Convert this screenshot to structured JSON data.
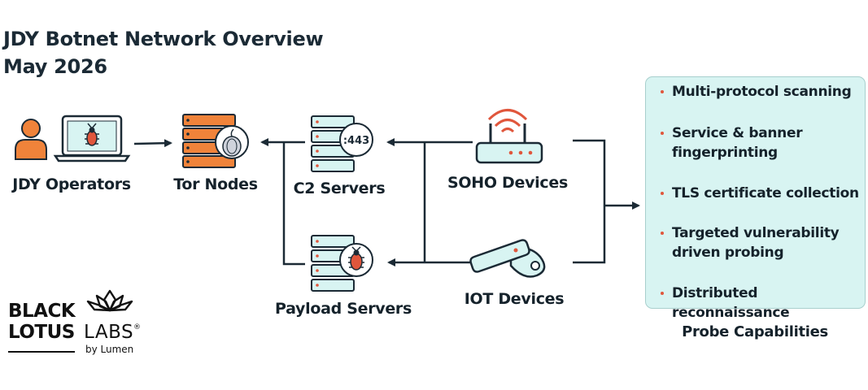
{
  "title": {
    "line1": "JDY Botnet Network Overview",
    "line2": "May 2026"
  },
  "nodes": {
    "operators": "JDY Operators",
    "tor": "Tor Nodes",
    "c2": "C2 Servers",
    "c2_port": ":443",
    "payload": "Payload Servers",
    "soho": "SOHO Devices",
    "iot": "IOT Devices"
  },
  "capabilities": {
    "items": [
      "Multi-protocol scanning",
      "Service & banner fingerprinting",
      "TLS certificate collection",
      "Targeted vulnerability driven probing",
      "Distributed reconnaissance"
    ],
    "caption": "Probe Capabilities"
  },
  "logo": {
    "line1": "BLACK",
    "line2": "LOTUS",
    "line3": "LABS",
    "mark": "®",
    "byline": "by Lumen"
  },
  "colors": {
    "accent": "#f0833a",
    "teal": "#4db6ae",
    "panel": "#d8f4f2",
    "ink": "#1b2a35",
    "bug": "#e0563c"
  },
  "icons": [
    "person-icon",
    "laptop-icon",
    "bug-icon",
    "tor-server-icon",
    "onion-icon",
    "server-icon",
    "router-icon",
    "wifi-icon",
    "iot-sensor-icon"
  ]
}
